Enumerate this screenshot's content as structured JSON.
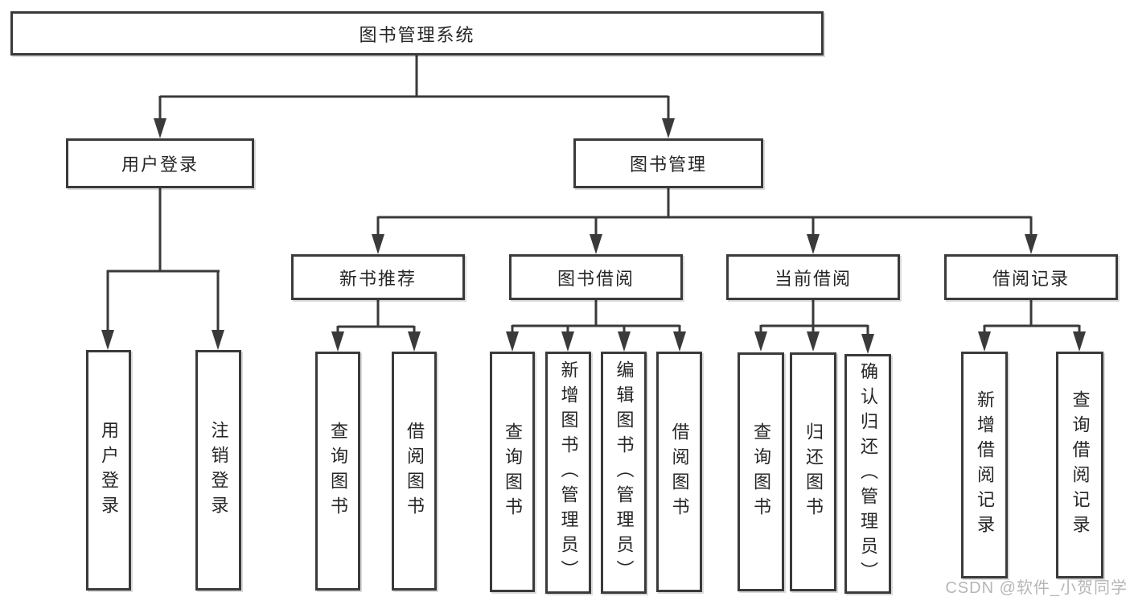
{
  "diagram": {
    "root": {
      "label": "图书管理系统"
    },
    "branches": [
      {
        "label": "用户登录",
        "children": [
          {
            "label": "用户登录"
          },
          {
            "label": "注销登录"
          }
        ]
      },
      {
        "label": "图书管理",
        "children": [
          {
            "label": "新书推荐",
            "children": [
              {
                "label": "查询图书"
              },
              {
                "label": "借阅图书"
              }
            ]
          },
          {
            "label": "图书借阅",
            "children": [
              {
                "label": "查询图书"
              },
              {
                "label": "新增图书（管理员）"
              },
              {
                "label": "编辑图书（管理员）"
              },
              {
                "label": "借阅图书"
              }
            ]
          },
          {
            "label": "当前借阅",
            "children": [
              {
                "label": "查询图书"
              },
              {
                "label": "归还图书"
              },
              {
                "label": "确认归还（管理员）"
              }
            ]
          },
          {
            "label": "借阅记录",
            "children": [
              {
                "label": "新增借阅记录"
              },
              {
                "label": "查询借阅记录"
              }
            ]
          }
        ]
      }
    ]
  },
  "watermark": "CSDN @软件_小贺同学",
  "colors": {
    "line": "#3a3a3a",
    "border": "#3a3a3a",
    "text": "#262626",
    "watermark": "#b2b2b2",
    "background": "#ffffff"
  }
}
